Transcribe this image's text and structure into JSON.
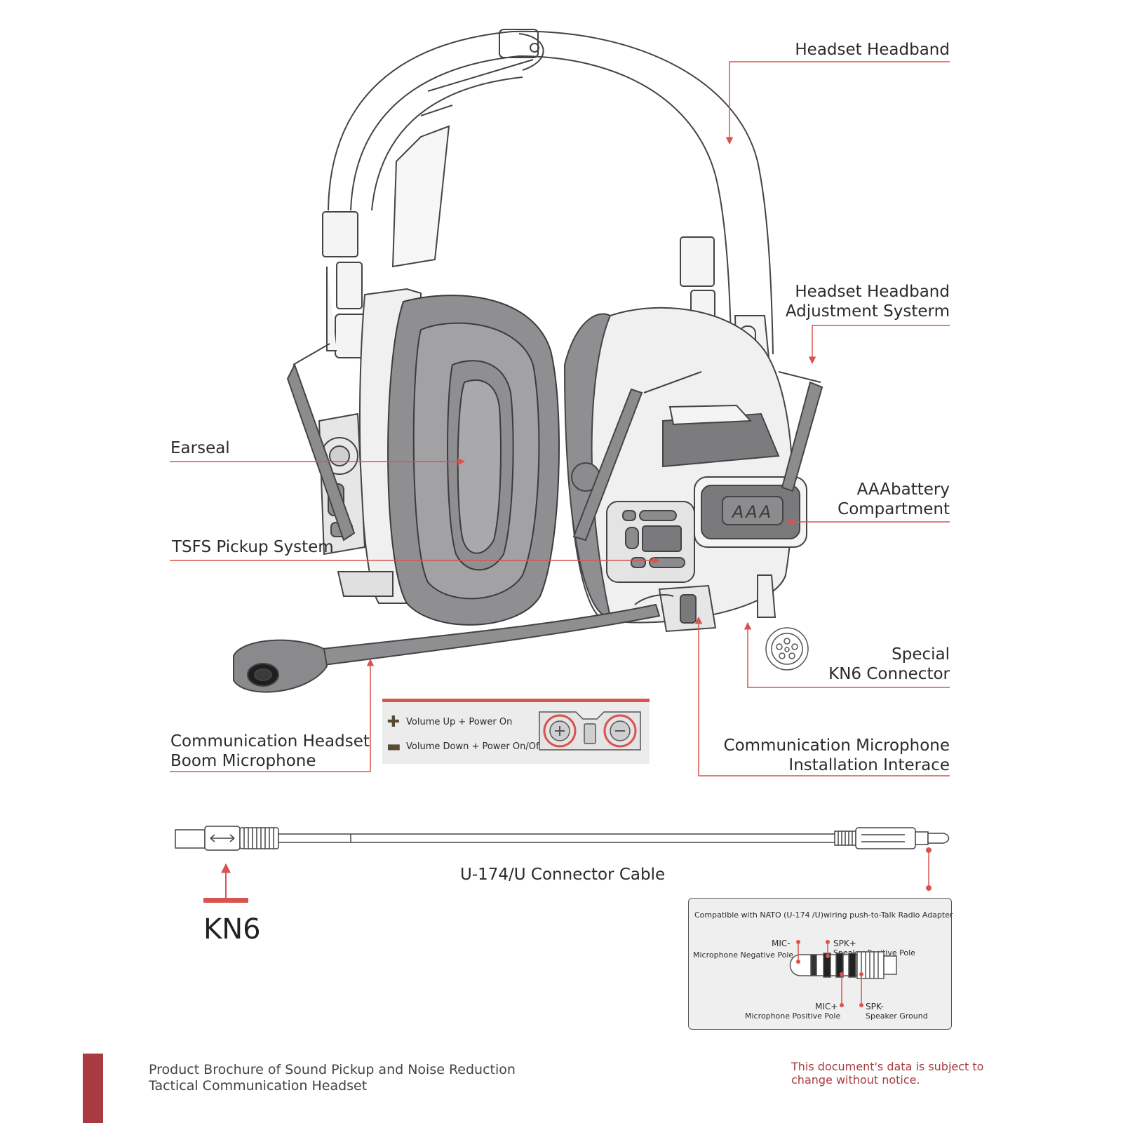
{
  "callouts": {
    "headband": "Headset Headband",
    "adjust_line1": "Headset Headband",
    "adjust_line2": "Adjustment Systerm",
    "earseal": "Earseal",
    "battery_line1": "AAAbattery",
    "battery_line2": "Compartment",
    "tsfs": "TSFS Pickup System",
    "kn6_line1": "Special",
    "kn6_line2": "KN6 Connector",
    "boom_line1": "Communication Headset",
    "boom_line2": "Boom Microphone",
    "mic_iface_line1": "Communication Microphone",
    "mic_iface_line2": "Installation Interace"
  },
  "battery_door_text": "AAA",
  "keys": {
    "plus_icon": "plus-icon",
    "minus_icon": "minus-icon",
    "plus_label": "Volume Up + Power On",
    "minus_label": "Volume Down + Power On/Off"
  },
  "cable": {
    "label": "U-174/U Connector Cable",
    "kn6_label": "KN6"
  },
  "pinout": {
    "title": "Compatible with NATO (U-174 /U)wiring push-to-Talk Radio Adapter",
    "mic_minus": "MIC-",
    "mic_minus_desc": "Microphone Negative Pole",
    "spk_plus": "SPK+",
    "spk_plus_desc": "Speaker Positive Pole",
    "mic_plus": "MIC+",
    "mic_plus_desc": "Microphone Positive Pole",
    "spk_minus": "SPK-",
    "spk_minus_desc": "Speaker Ground"
  },
  "footer": {
    "line1": "Product Brochure of Sound Pickup and Noise Reduction",
    "line2": "Tactical Communication Headset",
    "notice_line1": "This document's data is subject to",
    "notice_line2": "change without notice."
  },
  "colors": {
    "accent": "#d9534f",
    "footer_bar": "#a93a3f",
    "earseal": "#8f8e91"
  }
}
